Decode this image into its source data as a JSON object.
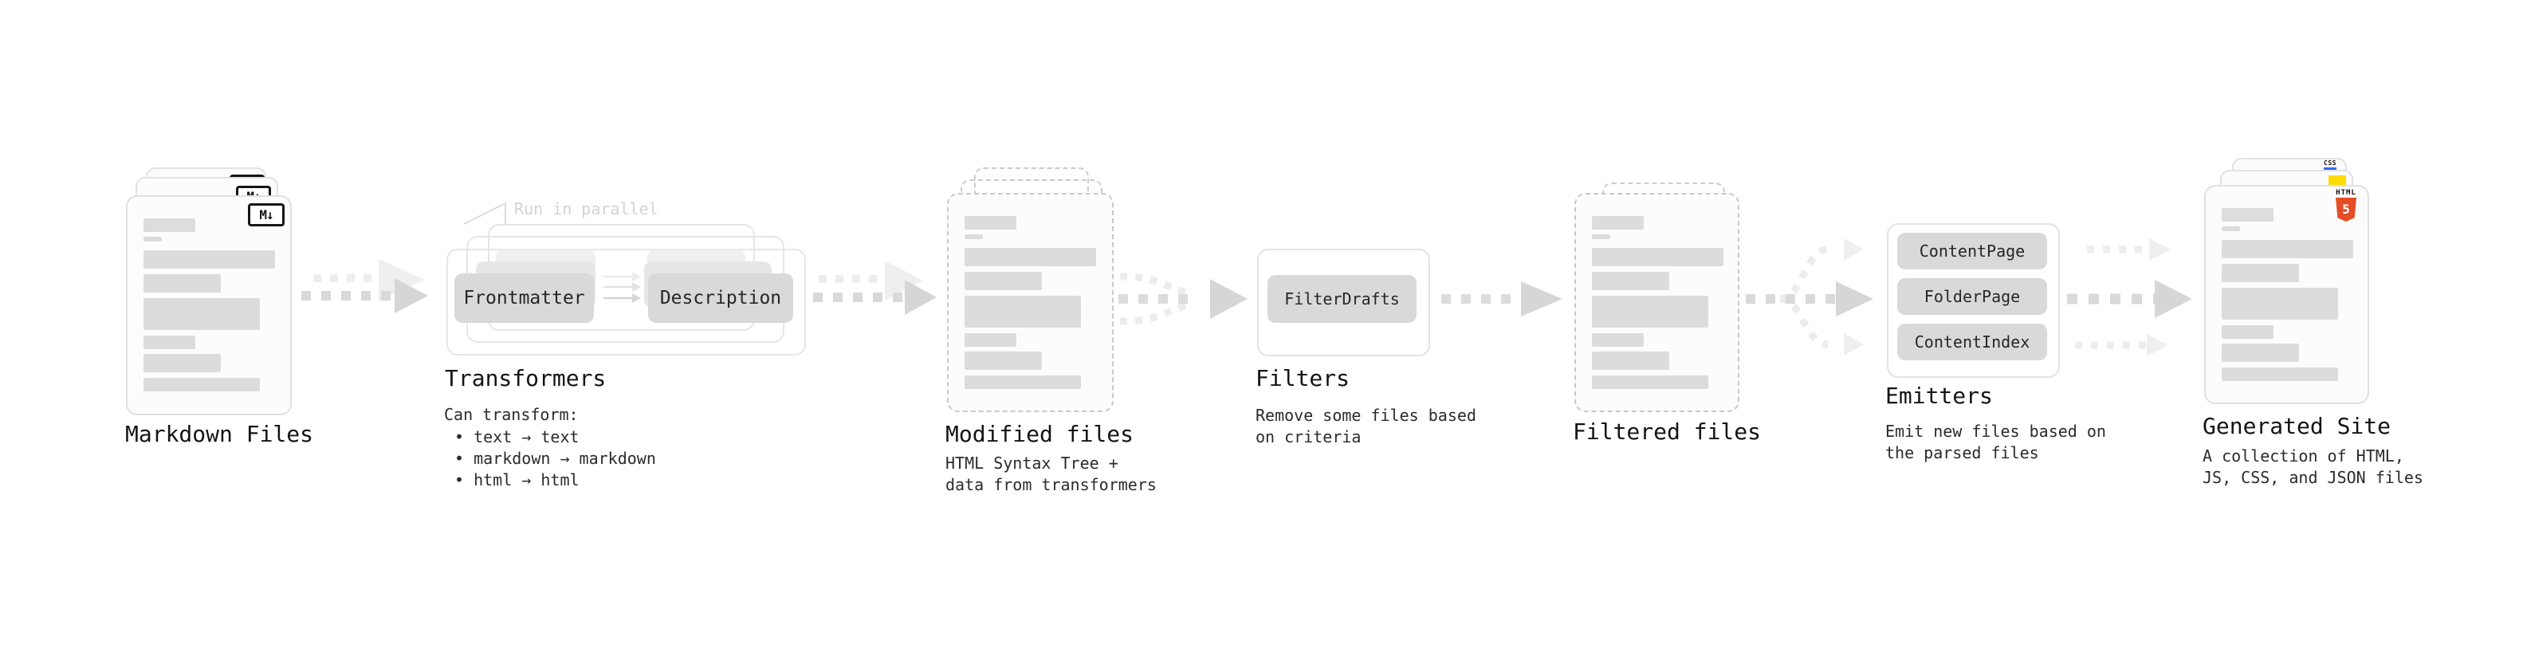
{
  "markdown_files": {
    "label": "Markdown Files",
    "badge": "M↓"
  },
  "transformers": {
    "label": "Transformers",
    "annotation": "Run in parallel",
    "box_left": "Frontmatter",
    "box_right": "Description",
    "subtitle": "Can transform:",
    "bullets": [
      "• text → text",
      "• markdown → markdown",
      "• html → html"
    ]
  },
  "modified_files": {
    "label": "Modified files",
    "subtitle_line1": "HTML Syntax Tree +",
    "subtitle_line2": "data from transformers"
  },
  "filters": {
    "label": "Filters",
    "box": "FilterDrafts",
    "subtitle_line1": "Remove some files based",
    "subtitle_line2": "on criteria"
  },
  "filtered_files": {
    "label": "Filtered files"
  },
  "emitters": {
    "label": "Emitters",
    "boxes": [
      "ContentPage",
      "FolderPage",
      "ContentIndex"
    ],
    "subtitle_line1": "Emit new files based on",
    "subtitle_line2": "the parsed files"
  },
  "generated_site": {
    "label": "Generated Site",
    "subtitle_line1": "A collection of HTML,",
    "subtitle_line2": "JS, CSS, and JSON files",
    "html5_badge_word": "HTML",
    "html5_badge_number": "5",
    "css_badge": "CSS"
  },
  "colors": {
    "html5_orange": "#e44d26",
    "js_yellow": "#ffdb00",
    "css_blue": "#2f6df6",
    "node_fill": "#d9d9d9",
    "arrow_gray": "#d9d9d9",
    "arrow_light": "#ededed",
    "skeleton_bar": "#dcdcdc",
    "annotation_gray": "#d3d3d3",
    "text_dark": "#141414"
  }
}
